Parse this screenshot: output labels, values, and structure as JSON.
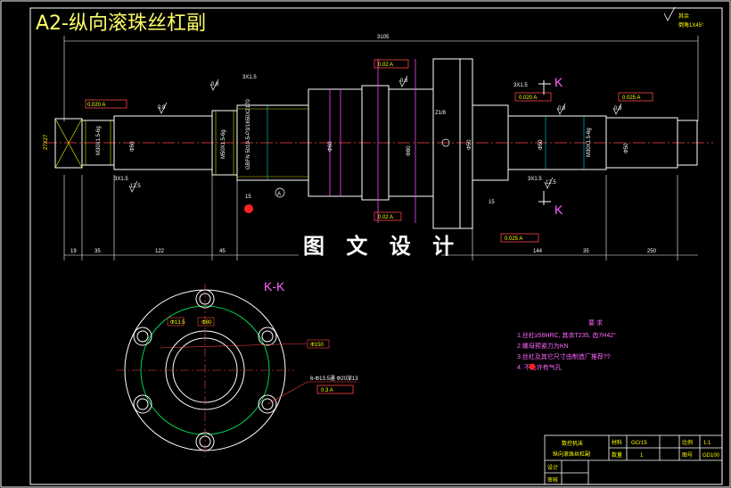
{
  "title": "A2-纵向滚珠丝杠副",
  "watermark": "图 文 设 计",
  "section_label": "K-K",
  "section_mark_top": "K",
  "section_mark_bottom": "K",
  "corner_note": {
    "line1": "其余",
    "line2": "倒角1X45°"
  },
  "dimensions": {
    "overall_length": "3105",
    "d_19": "19",
    "d_35a": "35",
    "d_122": "122",
    "d_45": "45",
    "d_144": "144",
    "d_35b": "35",
    "d_250": "250",
    "d_15a": "15",
    "d_15b": "15",
    "chamfer_a": "3X1.5",
    "chamfer_b": "3X1.5",
    "chamfer_c": "3X1.5",
    "chamfer_d": "3X1.5",
    "left_end": "27X27",
    "thread_a": "M30X1.5-6g",
    "thread_b": "M50X1.5-6g",
    "thread_c": "M30X1.5-6g",
    "spec": "GBFN 5010-5-P3/1650X2170",
    "z": "Z1/8",
    "d_hole": "Φ13.5",
    "pcd": "Φ80",
    "d_out": "Φ150",
    "holes_note": "6-Φ13.5通  Φ20深13",
    "d_a": "Φ50",
    "d_b": "Φ60"
  },
  "tolerances": {
    "t1": "0.020 A",
    "t2": "0.02 A",
    "t3": "0.02 A",
    "t4": "0.020 A",
    "t5": "0.025 A",
    "t6": "0.025 A",
    "t7": "0.3 A"
  },
  "roughness": {
    "r1": "0.8",
    "r2": "0.8",
    "r3": "0.8",
    "r4": "0.8",
    "r5": "0.8",
    "r6": "0.8",
    "r7": "12.5",
    "r8": "12.5",
    "r9": "0.8"
  },
  "datum": "A",
  "requirements": {
    "heading": "要  求",
    "items": [
      "1.丝杠≥58HRC, 其余T235, 齿7H42°",
      "2.螺母预紧力为KN",
      "3.丝杠及其它尺寸由制造厂推荐??",
      "4.    不允许有气孔"
    ]
  },
  "title_block": {
    "name1": "数控机床",
    "name2": "纵向滚珠丝杠副",
    "material_label": "材料",
    "material_value": "GCr15",
    "scale_label": "比例",
    "scale_value": "1:1",
    "qty_label": "数量",
    "qty_value": "1",
    "code_label": "图号",
    "code_value": "GD100",
    "design_label": "设计",
    "review_label": "审核"
  }
}
